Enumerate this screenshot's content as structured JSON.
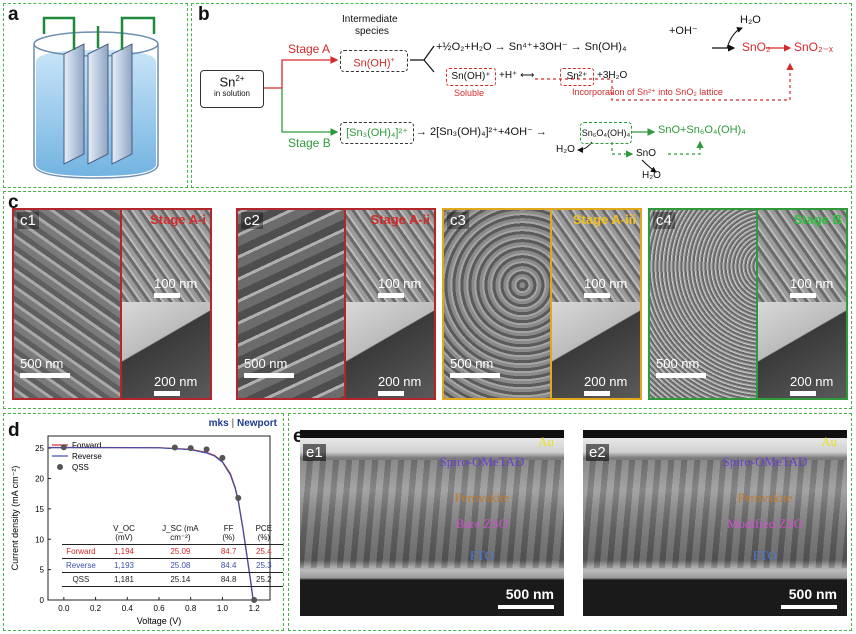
{
  "panels": {
    "a": "a",
    "b": "b",
    "c": "c",
    "d": "d",
    "e": "e"
  },
  "scheme": {
    "sn2": "Sn",
    "sn2_sup": "2+",
    "in_solution": "in solution",
    "stage_a": "Stage A",
    "stage_b": "Stage B",
    "intermediate": "Intermediate",
    "species": "species",
    "snoh": "Sn(OH)",
    "snoh_sup": "+",
    "row1_rest": "+½O₂+H₂O → Sn⁴⁺+3OH⁻ → Sn(OH)₄",
    "plus_oh": "+OH⁻",
    "h2o": "H₂O",
    "sno2": "SnO₂",
    "sno2x": "SnO₂₋ₓ",
    "soluble_box": "Sn(OH)⁺",
    "soluble_mid": "+H⁺ ⟷",
    "sn2_box": "Sn²⁺",
    "plus3h2o": "+3H₂O",
    "soluble": "Soluble",
    "incorporation": "Incorporation of Sn²⁺ into SnO₂ lattice",
    "sn3": "[Sn₃(OH)₄]²⁺",
    "row3_mid": "→ 2[Sn₃(OH)₄]²⁺+4OH⁻ →",
    "sn6": "Sn₆O₄(OH)₄",
    "row3_end": "SnO+Sn₆O₄(OH)₄",
    "h2o_b1": "H₂O",
    "sno_b": "SnO",
    "h2o_b2": "H₂O",
    "colors": {
      "red": "#d42a2a",
      "green": "#2e9a3c",
      "yellow": "#e0a81c",
      "blue": "#3a4fb0"
    }
  },
  "sem": [
    {
      "label": "c1",
      "stage": "Stage A-i",
      "scale_main": "500 nm",
      "scale_top": "100 nm",
      "scale_bottom": "200 nm",
      "border": "#b3262a",
      "stage_color": "#d42a2a"
    },
    {
      "label": "c2",
      "stage": "Stage A-ii",
      "scale_main": "500 nm",
      "scale_top": "100 nm",
      "scale_bottom": "200 nm",
      "border": "#b3262a",
      "stage_color": "#d42a2a"
    },
    {
      "label": "c3",
      "stage": "Stage A-iii",
      "scale_main": "500 nm",
      "scale_top": "100 nm",
      "scale_bottom": "200 nm",
      "border": "#e0a81c",
      "stage_color": "#f0c020"
    },
    {
      "label": "c4",
      "stage": "Stage B",
      "scale_main": "500 nm",
      "scale_top": "100 nm",
      "scale_bottom": "200 nm",
      "border": "#2e9a3c",
      "stage_color": "#2fbf3f"
    }
  ],
  "brand": {
    "mks": "mks",
    "sep": "|",
    "newport": "Newport"
  },
  "cross_sections": [
    {
      "label": "e1",
      "layers": [
        "Au",
        "Spiro-OMeTAD",
        "Perovskite",
        "Bare ZSO",
        "FTO"
      ],
      "scale": "500 nm"
    },
    {
      "label": "e2",
      "layers": [
        "Au",
        "Spiro-OMeTAD",
        "Perovskite",
        "Modified ZSO",
        "FTO"
      ],
      "scale": "500 nm"
    }
  ],
  "layer_colors": [
    "#e8e020",
    "#6a3fd0",
    "#c07a2a",
    "#d050d0",
    "#4a7ad8"
  ],
  "table": {
    "headers": [
      "",
      "V_OC (mV)",
      "J_SC (mA cm⁻²)",
      "FF (%)",
      "PCE (%)"
    ],
    "rows": [
      [
        "Forward",
        "1,194",
        "25.09",
        "84.7",
        "25.4"
      ],
      [
        "Reverse",
        "1,193",
        "25.08",
        "84.4",
        "25.3"
      ],
      [
        "QSS",
        "1,181",
        "25.14",
        "84.8",
        "25.2"
      ]
    ],
    "row_colors": [
      "#d42a2a",
      "#3a4fb0",
      "#222222"
    ]
  },
  "chart_data": {
    "type": "line",
    "xlabel": "Voltage (V)",
    "ylabel": "Current density (mA cm⁻²)",
    "xlim": [
      -0.1,
      1.3
    ],
    "ylim": [
      0,
      27
    ],
    "xticks": [
      "0.0",
      "0.2",
      "0.4",
      "0.6",
      "0.8",
      "1.0",
      "1.2"
    ],
    "yticks": [
      "0",
      "5",
      "10",
      "15",
      "20",
      "25"
    ],
    "legend": {
      "placement": "top-left"
    },
    "series": [
      {
        "name": "Forward",
        "color": "#d42a2a",
        "x": [
          -0.1,
          0.0,
          0.2,
          0.4,
          0.6,
          0.8,
          0.9,
          0.95,
          1.0,
          1.05,
          1.08,
          1.1,
          1.13,
          1.16,
          1.18,
          1.194
        ],
        "y": [
          25.1,
          25.1,
          25.1,
          25.09,
          25.08,
          24.8,
          24.3,
          23.8,
          22.8,
          20.8,
          18.6,
          16.4,
          11.8,
          6.4,
          2.8,
          0
        ]
      },
      {
        "name": "Reverse",
        "color": "#3a4fb0",
        "x": [
          -0.1,
          0.0,
          0.2,
          0.4,
          0.6,
          0.8,
          0.9,
          0.95,
          1.0,
          1.05,
          1.08,
          1.1,
          1.13,
          1.16,
          1.18,
          1.193
        ],
        "y": [
          25.08,
          25.08,
          25.08,
          25.07,
          25.06,
          24.75,
          24.2,
          23.7,
          22.7,
          20.6,
          18.4,
          16.2,
          11.6,
          6.2,
          2.6,
          0
        ]
      },
      {
        "name": "QSS",
        "color": "#555555",
        "marker": "circle",
        "x": [
          0.0,
          0.7,
          0.8,
          0.9,
          1.0,
          1.1,
          1.2
        ],
        "y": [
          25.14,
          25.1,
          25.0,
          24.8,
          23.4,
          16.8,
          0
        ]
      }
    ]
  }
}
